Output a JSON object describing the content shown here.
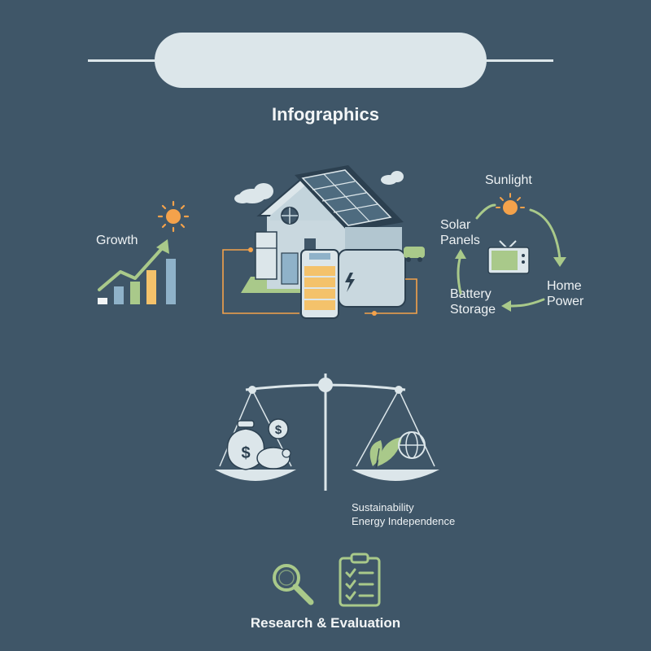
{
  "header": {
    "title": "Infographics"
  },
  "growth": {
    "label": "Growth"
  },
  "cycle": {
    "sunlight": "Sunlight",
    "solar_panels": [
      "Solar",
      "Panels"
    ],
    "home_power": [
      "Home",
      "Power"
    ],
    "battery_storage": [
      "Battery",
      "Storage"
    ]
  },
  "balance": {
    "right_labels": [
      "Sustainability",
      "Energy Independence"
    ]
  },
  "footer": {
    "label": "Research & Evaluation"
  },
  "colors": {
    "background": "#3f5668",
    "accent_orange": "#f4a24b",
    "accent_green": "#a9c98a",
    "accent_blue": "#8fb2c9",
    "light": "#dce6ea"
  },
  "icons": [
    "sun-icon",
    "house-icon",
    "solar-panel-icon",
    "battery-icon",
    "car-icon",
    "tv-icon",
    "scale-icon",
    "money-bag-icon",
    "piggy-bank-icon",
    "coin-icon",
    "leaf-icon",
    "globe-icon",
    "magnifier-icon",
    "clipboard-icon",
    "cloud-icon"
  ]
}
